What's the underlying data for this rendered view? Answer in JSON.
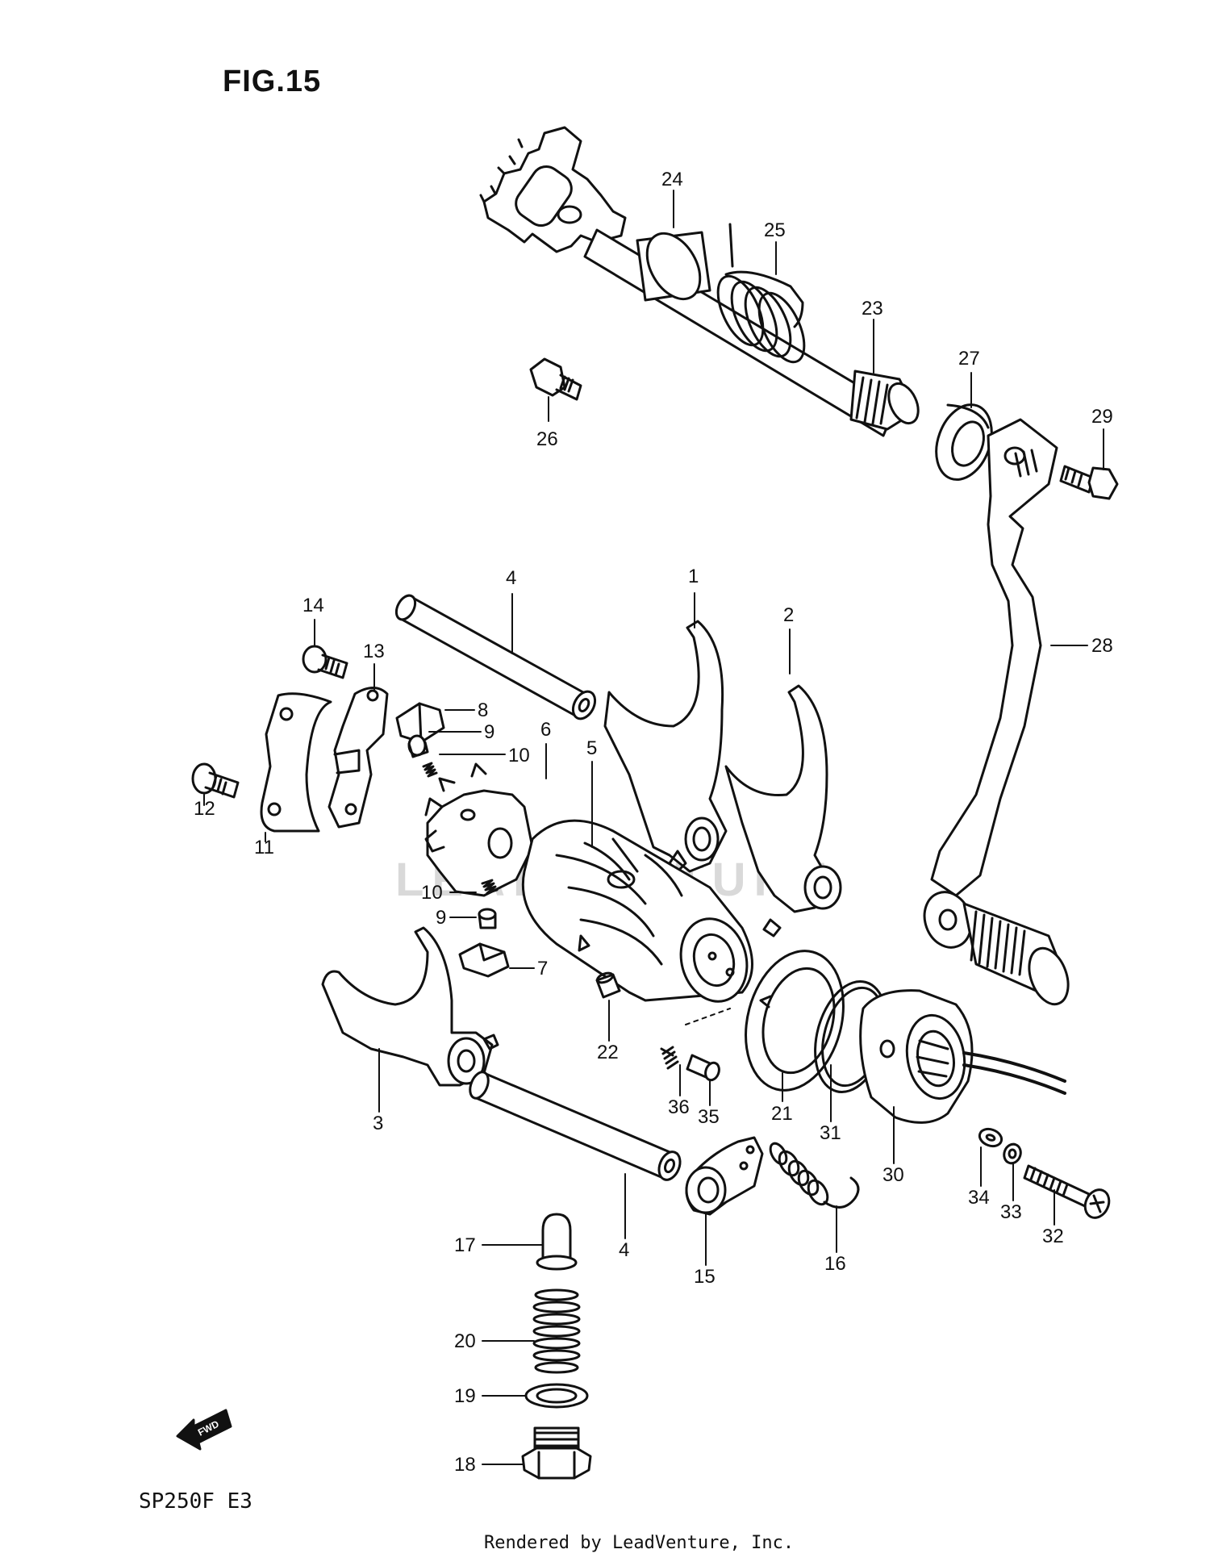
{
  "figure": {
    "title": "FIG.15",
    "model_code": "SP250F  E3",
    "footer": "Rendered by LeadVenture, Inc.",
    "watermark": "LEADVENTURE",
    "fwd_label": "FWD"
  },
  "callouts": [
    {
      "id": "c24",
      "label": "24"
    },
    {
      "id": "c25",
      "label": "25"
    },
    {
      "id": "c23",
      "label": "23"
    },
    {
      "id": "c26",
      "label": "26"
    },
    {
      "id": "c27",
      "label": "27"
    },
    {
      "id": "c29",
      "label": "29"
    },
    {
      "id": "c28",
      "label": "28"
    },
    {
      "id": "c4a",
      "label": "4"
    },
    {
      "id": "c1",
      "label": "1"
    },
    {
      "id": "c2",
      "label": "2"
    },
    {
      "id": "c14",
      "label": "14"
    },
    {
      "id": "c13",
      "label": "13"
    },
    {
      "id": "c8",
      "label": "8"
    },
    {
      "id": "c9a",
      "label": "9"
    },
    {
      "id": "c10a",
      "label": "10"
    },
    {
      "id": "c6",
      "label": "6"
    },
    {
      "id": "c5",
      "label": "5"
    },
    {
      "id": "c12",
      "label": "12"
    },
    {
      "id": "c11",
      "label": "11"
    },
    {
      "id": "c10b",
      "label": "10"
    },
    {
      "id": "c9b",
      "label": "9"
    },
    {
      "id": "c7",
      "label": "7"
    },
    {
      "id": "c22",
      "label": "22"
    },
    {
      "id": "c3",
      "label": "3"
    },
    {
      "id": "c36",
      "label": "36"
    },
    {
      "id": "c35",
      "label": "35"
    },
    {
      "id": "c21",
      "label": "21"
    },
    {
      "id": "c31",
      "label": "31"
    },
    {
      "id": "c30",
      "label": "30"
    },
    {
      "id": "c34",
      "label": "34"
    },
    {
      "id": "c33",
      "label": "33"
    },
    {
      "id": "c32",
      "label": "32"
    },
    {
      "id": "c4b",
      "label": "4"
    },
    {
      "id": "c15",
      "label": "15"
    },
    {
      "id": "c16",
      "label": "16"
    },
    {
      "id": "c17",
      "label": "17"
    },
    {
      "id": "c20",
      "label": "20"
    },
    {
      "id": "c19",
      "label": "19"
    },
    {
      "id": "c18",
      "label": "18"
    }
  ]
}
